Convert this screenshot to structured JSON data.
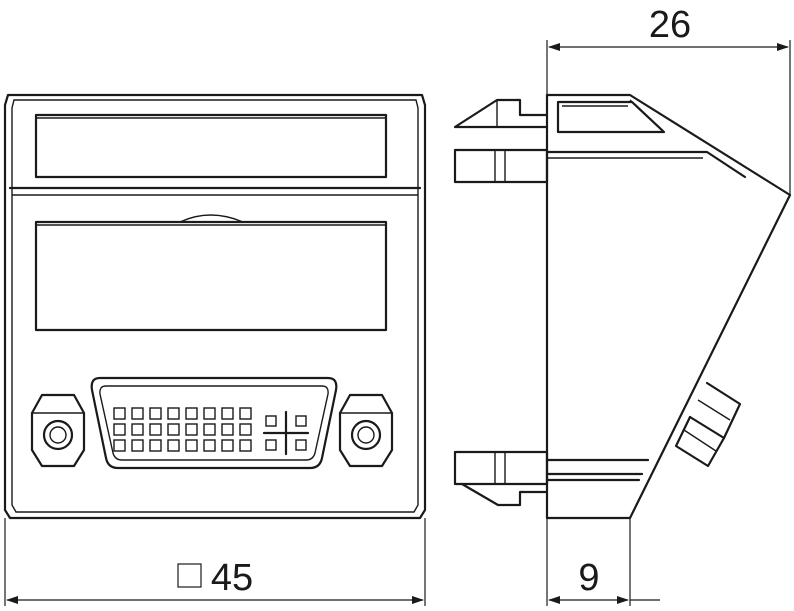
{
  "dimensions": {
    "depth_label": "26",
    "size_label": "45",
    "size_symbol": "□",
    "angle_offset_label": "9"
  }
}
